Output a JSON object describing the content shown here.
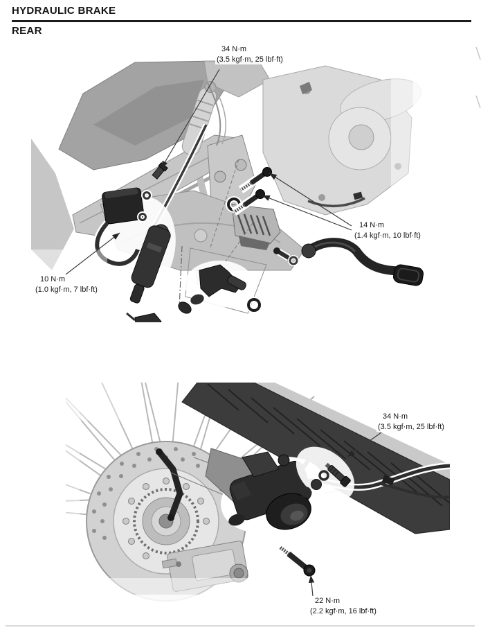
{
  "page": {
    "title": "HYDRAULIC BRAKE",
    "section": "REAR"
  },
  "figure1": {
    "name": "Rear brake master cylinder, reservoir and pedal — exploded view",
    "torque_labels": {
      "hose_banjo_top": {
        "value": "34 N·m",
        "detail": "(3.5 kgf·m, 25 lbf·ft)"
      },
      "mount_bolts": {
        "value": "14 N·m",
        "detail": "(1.4 kgf·m, 10 lbf·ft)"
      },
      "joint_bolt": {
        "value": "10 N·m",
        "detail": "(1.0 kgf·m, 7 lbf·ft)"
      }
    }
  },
  "figure2": {
    "name": "Rear brake caliper, hose and wheel",
    "torque_labels": {
      "hose_banjo": {
        "value": "34 N·m",
        "detail": "(3.5 kgf·m, 25 lbf·ft)"
      },
      "caliper_pin": {
        "value": "22 N·m",
        "detail": "(2.2 kgf·m, 16 lbf·ft)"
      }
    }
  }
}
